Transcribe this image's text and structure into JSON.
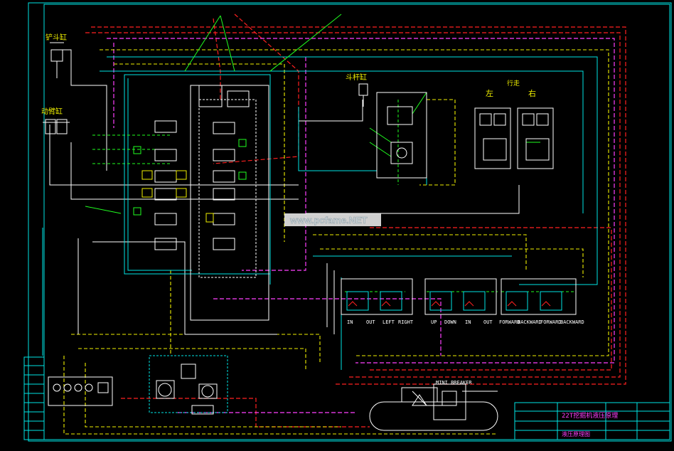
{
  "labels": {
    "bucket_cyl": "铲斗缸",
    "boom_cyl": "动臂缸",
    "stick_cyl": "斗杆缸",
    "left": "左",
    "right": "右",
    "walk": "行走",
    "watermark": "www.pcfame.NET",
    "title_block_line1": "22T挖掘机液压原理",
    "title_block_line2": "液压原理图",
    "mini_breaker": "MINI BREAKER",
    "port_in": "IN",
    "port_out": "OUT"
  },
  "function_labels": {
    "left": "LEFT",
    "right": "RIGHT",
    "up": "UP",
    "down": "DOWN",
    "forward": "FORWARD",
    "backward": "BACKWARD",
    "forward2": "FORWARD",
    "backward2": "BACKWARD"
  },
  "colors": {
    "background": "#000000",
    "border": "#00e5e5",
    "red": "#ff2020",
    "magenta": "#ff40ff",
    "yellow": "#f0f000",
    "cyan": "#00e5e5",
    "white": "#ffffff",
    "green": "#20ff20"
  }
}
